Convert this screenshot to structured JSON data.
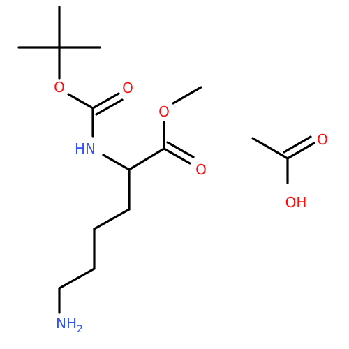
{
  "colors": {
    "bond": "#000000",
    "oxygen": "#ff0d0d",
    "nitrogen": "#3050f8",
    "background": "#ffffff"
  },
  "atom_labels": {
    "boc_ester_oxygen": "O",
    "boc_carbonyl_oxygen": "O",
    "carbamate_nitrogen": "HN",
    "ester_oxygen": "O",
    "ester_carbonyl_oxygen": "O",
    "amine": "NH",
    "amine_subscript": "2",
    "acid_carbonyl_oxygen": "O",
    "acid_hydroxyl": "OH"
  }
}
